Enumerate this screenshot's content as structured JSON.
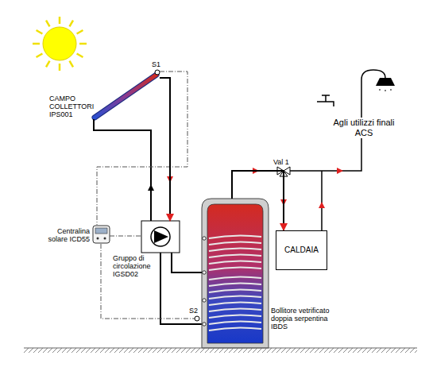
{
  "diagram": {
    "nodes": [
      {
        "text": [
          "CAMPO COLLETTORI IPS001"
        ]
      },
      {
        "text": [
          "Centralina solare ICD55"
        ]
      },
      {
        "text": [
          "Gruppo di circolazione IGSD02"
        ]
      },
      {
        "text": [
          "Bollitore vetrificato doppia serpentina IBDS"
        ]
      },
      {
        "text": [
          "CALDAIA"
        ]
      }
    ],
    "edges": [
      {
        "from": 0,
        "to": 2,
        "arrow": "to"
      },
      {
        "from": 2,
        "to": 3,
        "arrow": "none"
      },
      {
        "from": 1,
        "to": 2,
        "arrow": "none"
      },
      {
        "from": 3,
        "to": 4,
        "arrow": "to"
      }
    ],
    "labels": [
      "S1",
      "S2",
      "Val 1",
      "Agli utilizzi finali ACS"
    ]
  }
}
